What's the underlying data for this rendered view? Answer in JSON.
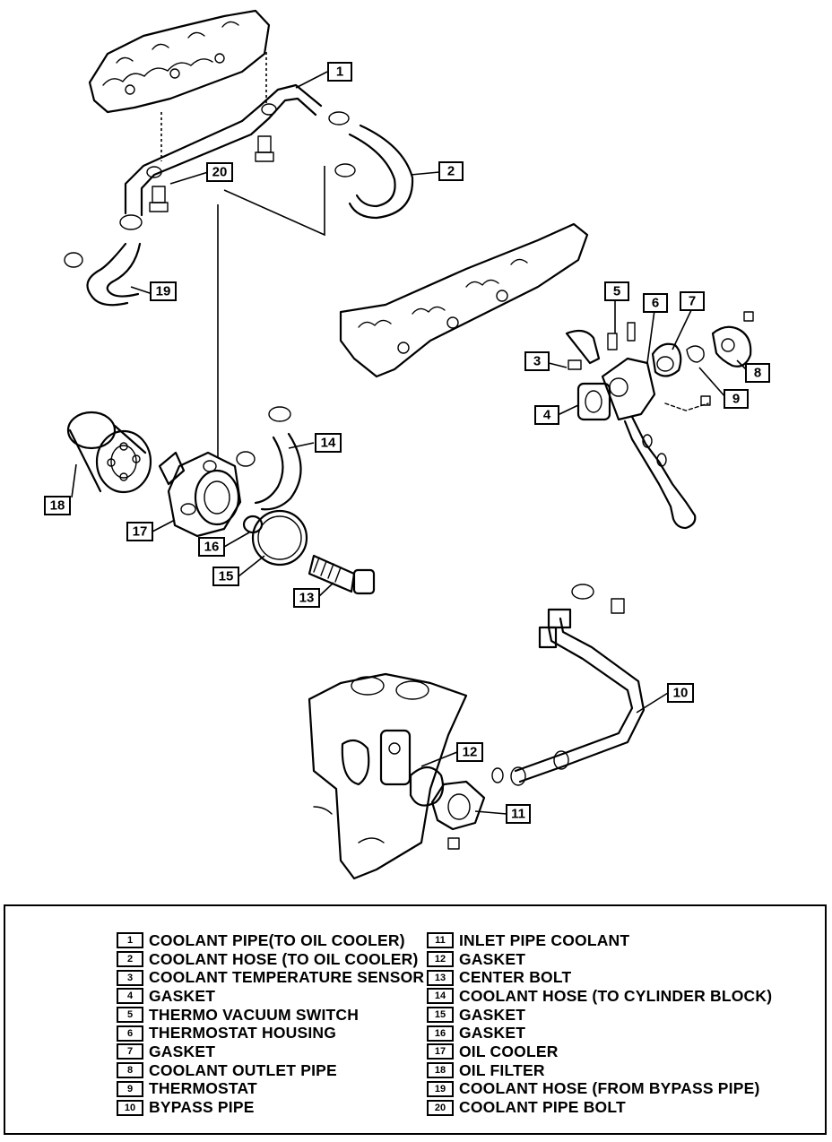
{
  "callouts": [
    {
      "num": "1"
    },
    {
      "num": "2"
    },
    {
      "num": "3"
    },
    {
      "num": "4"
    },
    {
      "num": "5"
    },
    {
      "num": "6"
    },
    {
      "num": "7"
    },
    {
      "num": "8"
    },
    {
      "num": "9"
    },
    {
      "num": "10"
    },
    {
      "num": "11"
    },
    {
      "num": "12"
    },
    {
      "num": "13"
    },
    {
      "num": "14"
    },
    {
      "num": "15"
    },
    {
      "num": "16"
    },
    {
      "num": "17"
    },
    {
      "num": "18"
    },
    {
      "num": "19"
    },
    {
      "num": "20"
    }
  ],
  "legend": {
    "left": [
      {
        "num": "1",
        "label": "COOLANT PIPE(TO OIL COOLER)"
      },
      {
        "num": "2",
        "label": "COOLANT HOSE (TO OIL COOLER)"
      },
      {
        "num": "3",
        "label": "COOLANT TEMPERATURE SENSOR"
      },
      {
        "num": "4",
        "label": "GASKET"
      },
      {
        "num": "5",
        "label": "THERMO VACUUM SWITCH"
      },
      {
        "num": "6",
        "label": "THERMOSTAT HOUSING"
      },
      {
        "num": "7",
        "label": "GASKET"
      },
      {
        "num": "8",
        "label": "COOLANT OUTLET PIPE"
      },
      {
        "num": "9",
        "label": "THERMOSTAT"
      },
      {
        "num": "10",
        "label": "BYPASS PIPE"
      }
    ],
    "right": [
      {
        "num": "11",
        "label": "INLET PIPE COOLANT"
      },
      {
        "num": "12",
        "label": "GASKET"
      },
      {
        "num": "13",
        "label": "CENTER BOLT"
      },
      {
        "num": "14",
        "label": "COOLANT HOSE (TO CYLINDER BLOCK)"
      },
      {
        "num": "15",
        "label": "GASKET"
      },
      {
        "num": "16",
        "label": "GASKET"
      },
      {
        "num": "17",
        "label": "OIL COOLER"
      },
      {
        "num": "18",
        "label": "OIL FILTER"
      },
      {
        "num": "19",
        "label": "COOLANT HOSE (FROM BYPASS PIPE)"
      },
      {
        "num": "20",
        "label": "COOLANT PIPE BOLT"
      }
    ]
  }
}
